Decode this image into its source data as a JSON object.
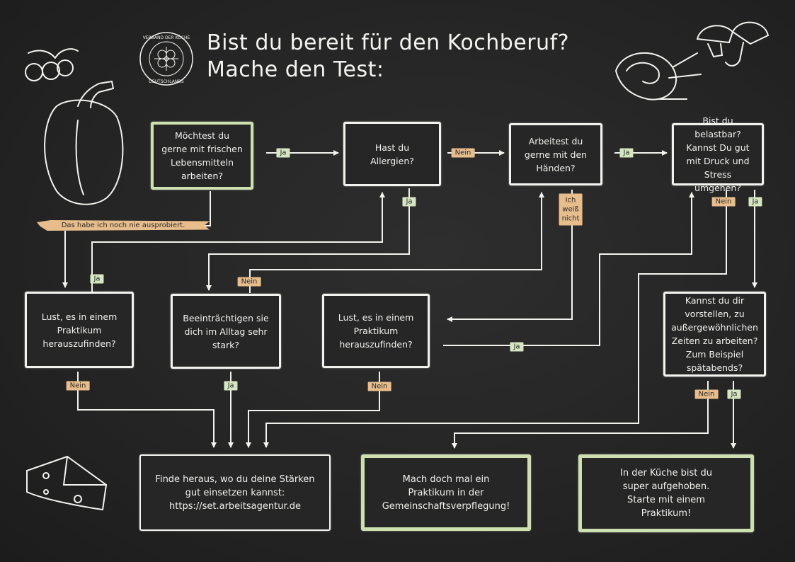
{
  "header": {
    "title": "Bist du bereit für den Kochberuf?\nMache den Test:",
    "logo_text": "VERBAND DER KÖCHE DEUTSCHLANDS"
  },
  "questions": {
    "q1": "Möchtest du gerne mit frischen Lebensmitteln arbeiten?",
    "q2": "Hast du Allergien?",
    "q3": "Arbeitest du gerne mit den Händen?",
    "q4": "Bist du belastbar? Kannst Du gut mit Druck und Stress umgehen?",
    "q5": "Lust, es in einem Praktikum herauszufinden?",
    "q6": "Beeinträchtigen sie dich im Alltag sehr stark?",
    "q7": "Lust, es in einem Praktikum herauszufinden?",
    "q8": "Kannst du dir vorstellen, zu außergewöhnlichen Zeiten zu arbeiten? Zum Beispiel spätabends?"
  },
  "results": {
    "r1": "Finde heraus, wo du deine Stärken gut einsetzen kannst: https://set.arbeitsagentur.de",
    "r2": "Mach doch mal ein Praktikum in der Gemeinschaftsverpflegung!",
    "r3": "In der Küche bist du super aufgehoben. Starte mit einem Praktikum!"
  },
  "labels": {
    "yes": "Ja",
    "no": "Nein",
    "unsure": "Ich\nweiß\nnicht",
    "never_tried": "Das habe ich noch nie ausprobiert."
  },
  "colors": {
    "board": "#262626",
    "chalk": "#f2f2ee",
    "yes_tag": "#d7e6c2",
    "no_tag": "#e8bd8c",
    "highlight_border": "#cfe0b0"
  }
}
